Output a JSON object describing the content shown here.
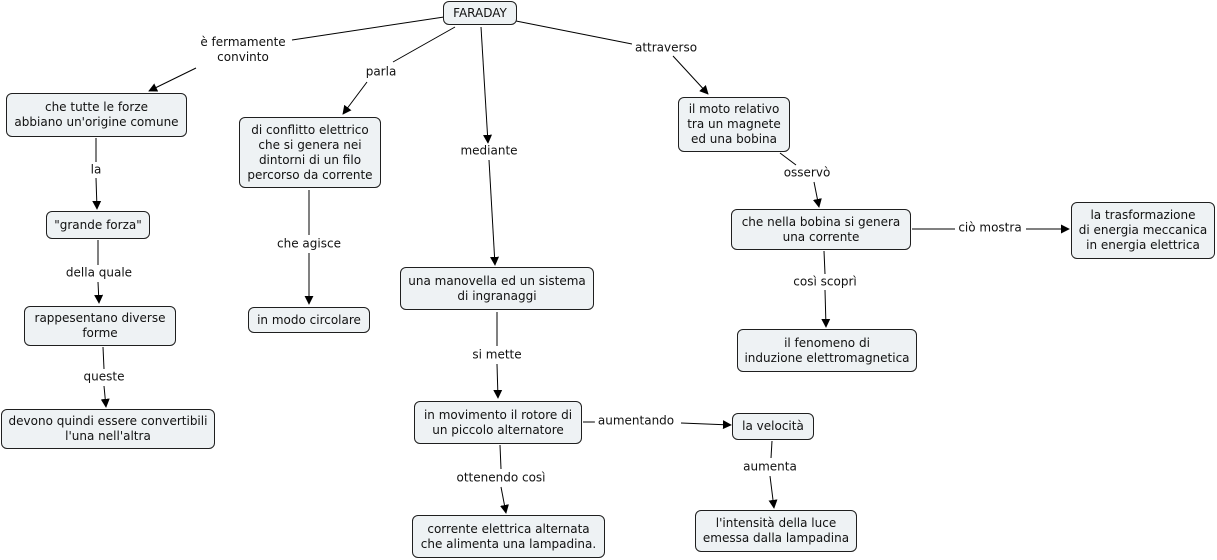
{
  "concepts": {
    "faraday": "FARADAY",
    "forze": "che tutte le forze\nabbiano un'origine comune",
    "grande_forza": "\"grande forza\"",
    "rappresentano": "rappesentano diverse\nforme",
    "convertibili": "devono quindi essere convertibili\nl'una nell'altra",
    "conflitto": "di conflitto elettrico\nche si genera nei\ndintorni di un filo\npercorso da corrente",
    "circolare": "in modo circolare",
    "manovella": "una manovella ed un sistema\ndi ingranaggi",
    "movimento": "in movimento il rotore di\nun piccolo alternatore",
    "corrente_alternata": "corrente elettrica alternata\nche alimenta una lampadina.",
    "velocita": "la velocità",
    "intensita": "l'intensità della luce\nemessa dalla lampadina",
    "moto": "il moto relativo\ntra un magnete\ned una bobina",
    "bobina": "che nella bobina si genera\nuna corrente",
    "trasformazione": "la trasformazione\ndi energia meccanica\nin energia elettrica",
    "fenomeno": "il fenomeno di\ninduzione elettromagnetica"
  },
  "links": {
    "convinto": "è fermamente\nconvinto",
    "parla": "parla",
    "mediante": "mediante",
    "attraverso": "attraverso",
    "la": "la",
    "della_quale": "della quale",
    "queste": "queste",
    "che_agisce": "che agisce",
    "si_mette": "si mette",
    "ottenendo": "ottenendo così",
    "aumentando": "aumentando",
    "aumenta": "aumenta",
    "osservo": "osservò",
    "cio_mostra": "ciò mostra",
    "cosi_scopri": "così scoprì"
  },
  "colors": {
    "node_fill": "#eef2f4",
    "node_border": "#1f1f1f",
    "line": "#000000"
  }
}
